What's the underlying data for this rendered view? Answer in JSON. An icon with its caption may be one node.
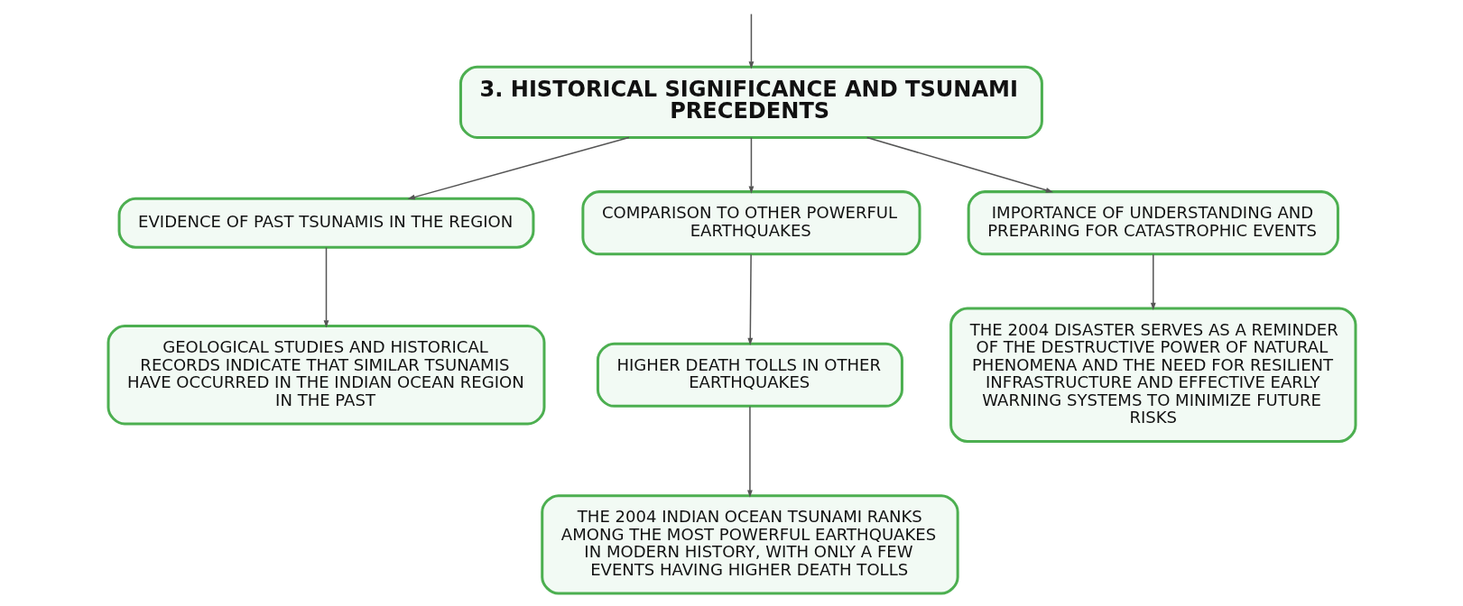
{
  "diagram": {
    "nodes": [
      {
        "text": [
          "3. HISTORICAL SIGNIFICANCE AND TSUNAMI PRECEDENTS"
        ]
      },
      {
        "text": [
          "EVIDENCE OF PAST TSUNAMIS IN THE REGION"
        ]
      },
      {
        "text": [
          "COMPARISON TO OTHER POWERFUL EARTHQUAKES"
        ]
      },
      {
        "text": [
          "IMPORTANCE OF UNDERSTANDING AND PREPARING FOR CATASTROPHIC EVENTS"
        ]
      },
      {
        "text": [
          "GEOLOGICAL STUDIES AND HISTORICAL RECORDS INDICATE THAT SIMILAR TSUNAMIS HAVE OCCURRED IN THE INDIAN OCEAN REGION IN THE PAST"
        ]
      },
      {
        "text": [
          "HIGHER DEATH TOLLS IN OTHER EARTHQUAKES"
        ]
      },
      {
        "text": [
          "THE 2004 DISASTER SERVES AS A REMINDER OF THE DESTRUCTIVE POWER OF NATURAL PHENOMENA AND THE NEED FOR RESILIENT INFRASTRUCTURE AND EFFECTIVE EARLY WARNING SYSTEMS TO MINIMIZE FUTURE RISKS"
        ]
      },
      {
        "text": [
          "THE 2004 INDIAN OCEAN TSUNAMI RANKS AMONG THE MOST POWERFUL EARTHQUAKES IN MODERN HISTORY, WITH ONLY A FEW EVENTS HAVING HIGHER DEATH TOLLS"
        ]
      }
    ],
    "edges": [
      {
        "from": null,
        "to": 0,
        "arrow": "to"
      },
      {
        "from": 0,
        "to": 1,
        "arrow": "to"
      },
      {
        "from": 0,
        "to": 2,
        "arrow": "to"
      },
      {
        "from": 0,
        "to": 3,
        "arrow": "to"
      },
      {
        "from": 1,
        "to": 4,
        "arrow": "to"
      },
      {
        "from": 2,
        "to": 5,
        "arrow": "to"
      },
      {
        "from": 3,
        "to": 6,
        "arrow": "to"
      },
      {
        "from": 5,
        "to": 7,
        "arrow": "to"
      }
    ]
  }
}
